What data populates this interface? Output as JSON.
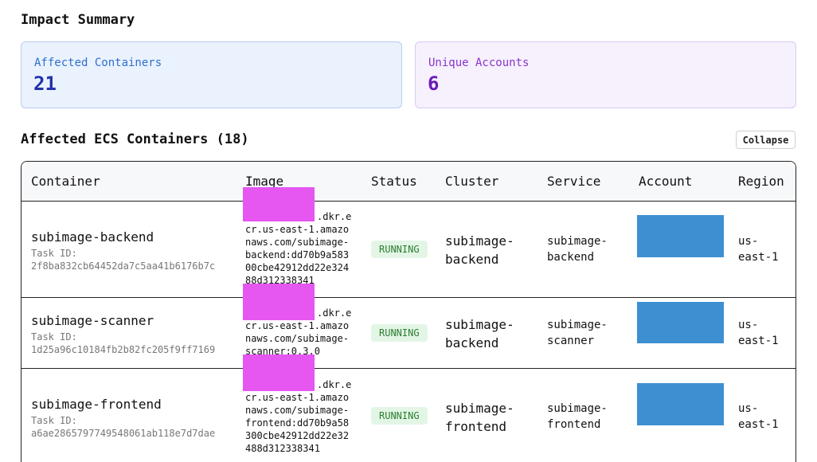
{
  "impact_summary": {
    "title": "Impact Summary",
    "affected_containers": {
      "label": "Affected Containers",
      "value": "21"
    },
    "unique_accounts": {
      "label": "Unique Accounts",
      "value": "6"
    }
  },
  "ecs": {
    "title": "Affected ECS Containers (18)",
    "collapse_label": "Collapse",
    "columns": [
      "Container",
      "Image",
      "Status",
      "Cluster",
      "Service",
      "Account",
      "Region"
    ],
    "task_id_label": "Task ID:",
    "rows": [
      {
        "name": "subimage-backend",
        "task_id": "2f8ba832cb64452da7c5aa41b6176b7c",
        "image_lines": [
          ".dkr.e",
          "cr.us-east-1.amazo",
          "naws.com/subimage-",
          "backend:dd70b9a583",
          "00cbe42912dd22e324",
          "88d312338341"
        ],
        "status": "RUNNING",
        "cluster_lines": [
          "subimage-",
          "backend"
        ],
        "service_lines": [
          "subimage-",
          "backend"
        ],
        "region_lines": [
          "us-",
          "east-1"
        ]
      },
      {
        "name": "subimage-scanner",
        "task_id": "1d25a96c10184fb2b82fc205f9ff7169",
        "image_lines": [
          ".dkr.e",
          "cr.us-east-1.amazo",
          "naws.com/subimage-",
          "scanner:0.3.0"
        ],
        "status": "RUNNING",
        "cluster_lines": [
          "subimage-",
          "backend"
        ],
        "service_lines": [
          "subimage-",
          "scanner"
        ],
        "region_lines": [
          "us-",
          "east-1"
        ]
      },
      {
        "name": "subimage-frontend",
        "task_id": "a6ae2865797749548061ab118e7d7dae",
        "image_lines": [
          ".dkr.e",
          "cr.us-east-1.amazo",
          "naws.com/subimage-",
          "frontend:dd70b9a58",
          "300cbe42912dd22e32",
          "488d312338341"
        ],
        "status": "RUNNING",
        "cluster_lines": [
          "subimage-",
          "frontend"
        ],
        "service_lines": [
          "subimage-",
          "frontend"
        ],
        "region_lines": [
          "us-",
          "east-1"
        ]
      }
    ]
  },
  "colors": {
    "redaction_pink": "#e557f0",
    "redaction_blue": "#3d8fd1",
    "running_green": "#2e7d32"
  }
}
